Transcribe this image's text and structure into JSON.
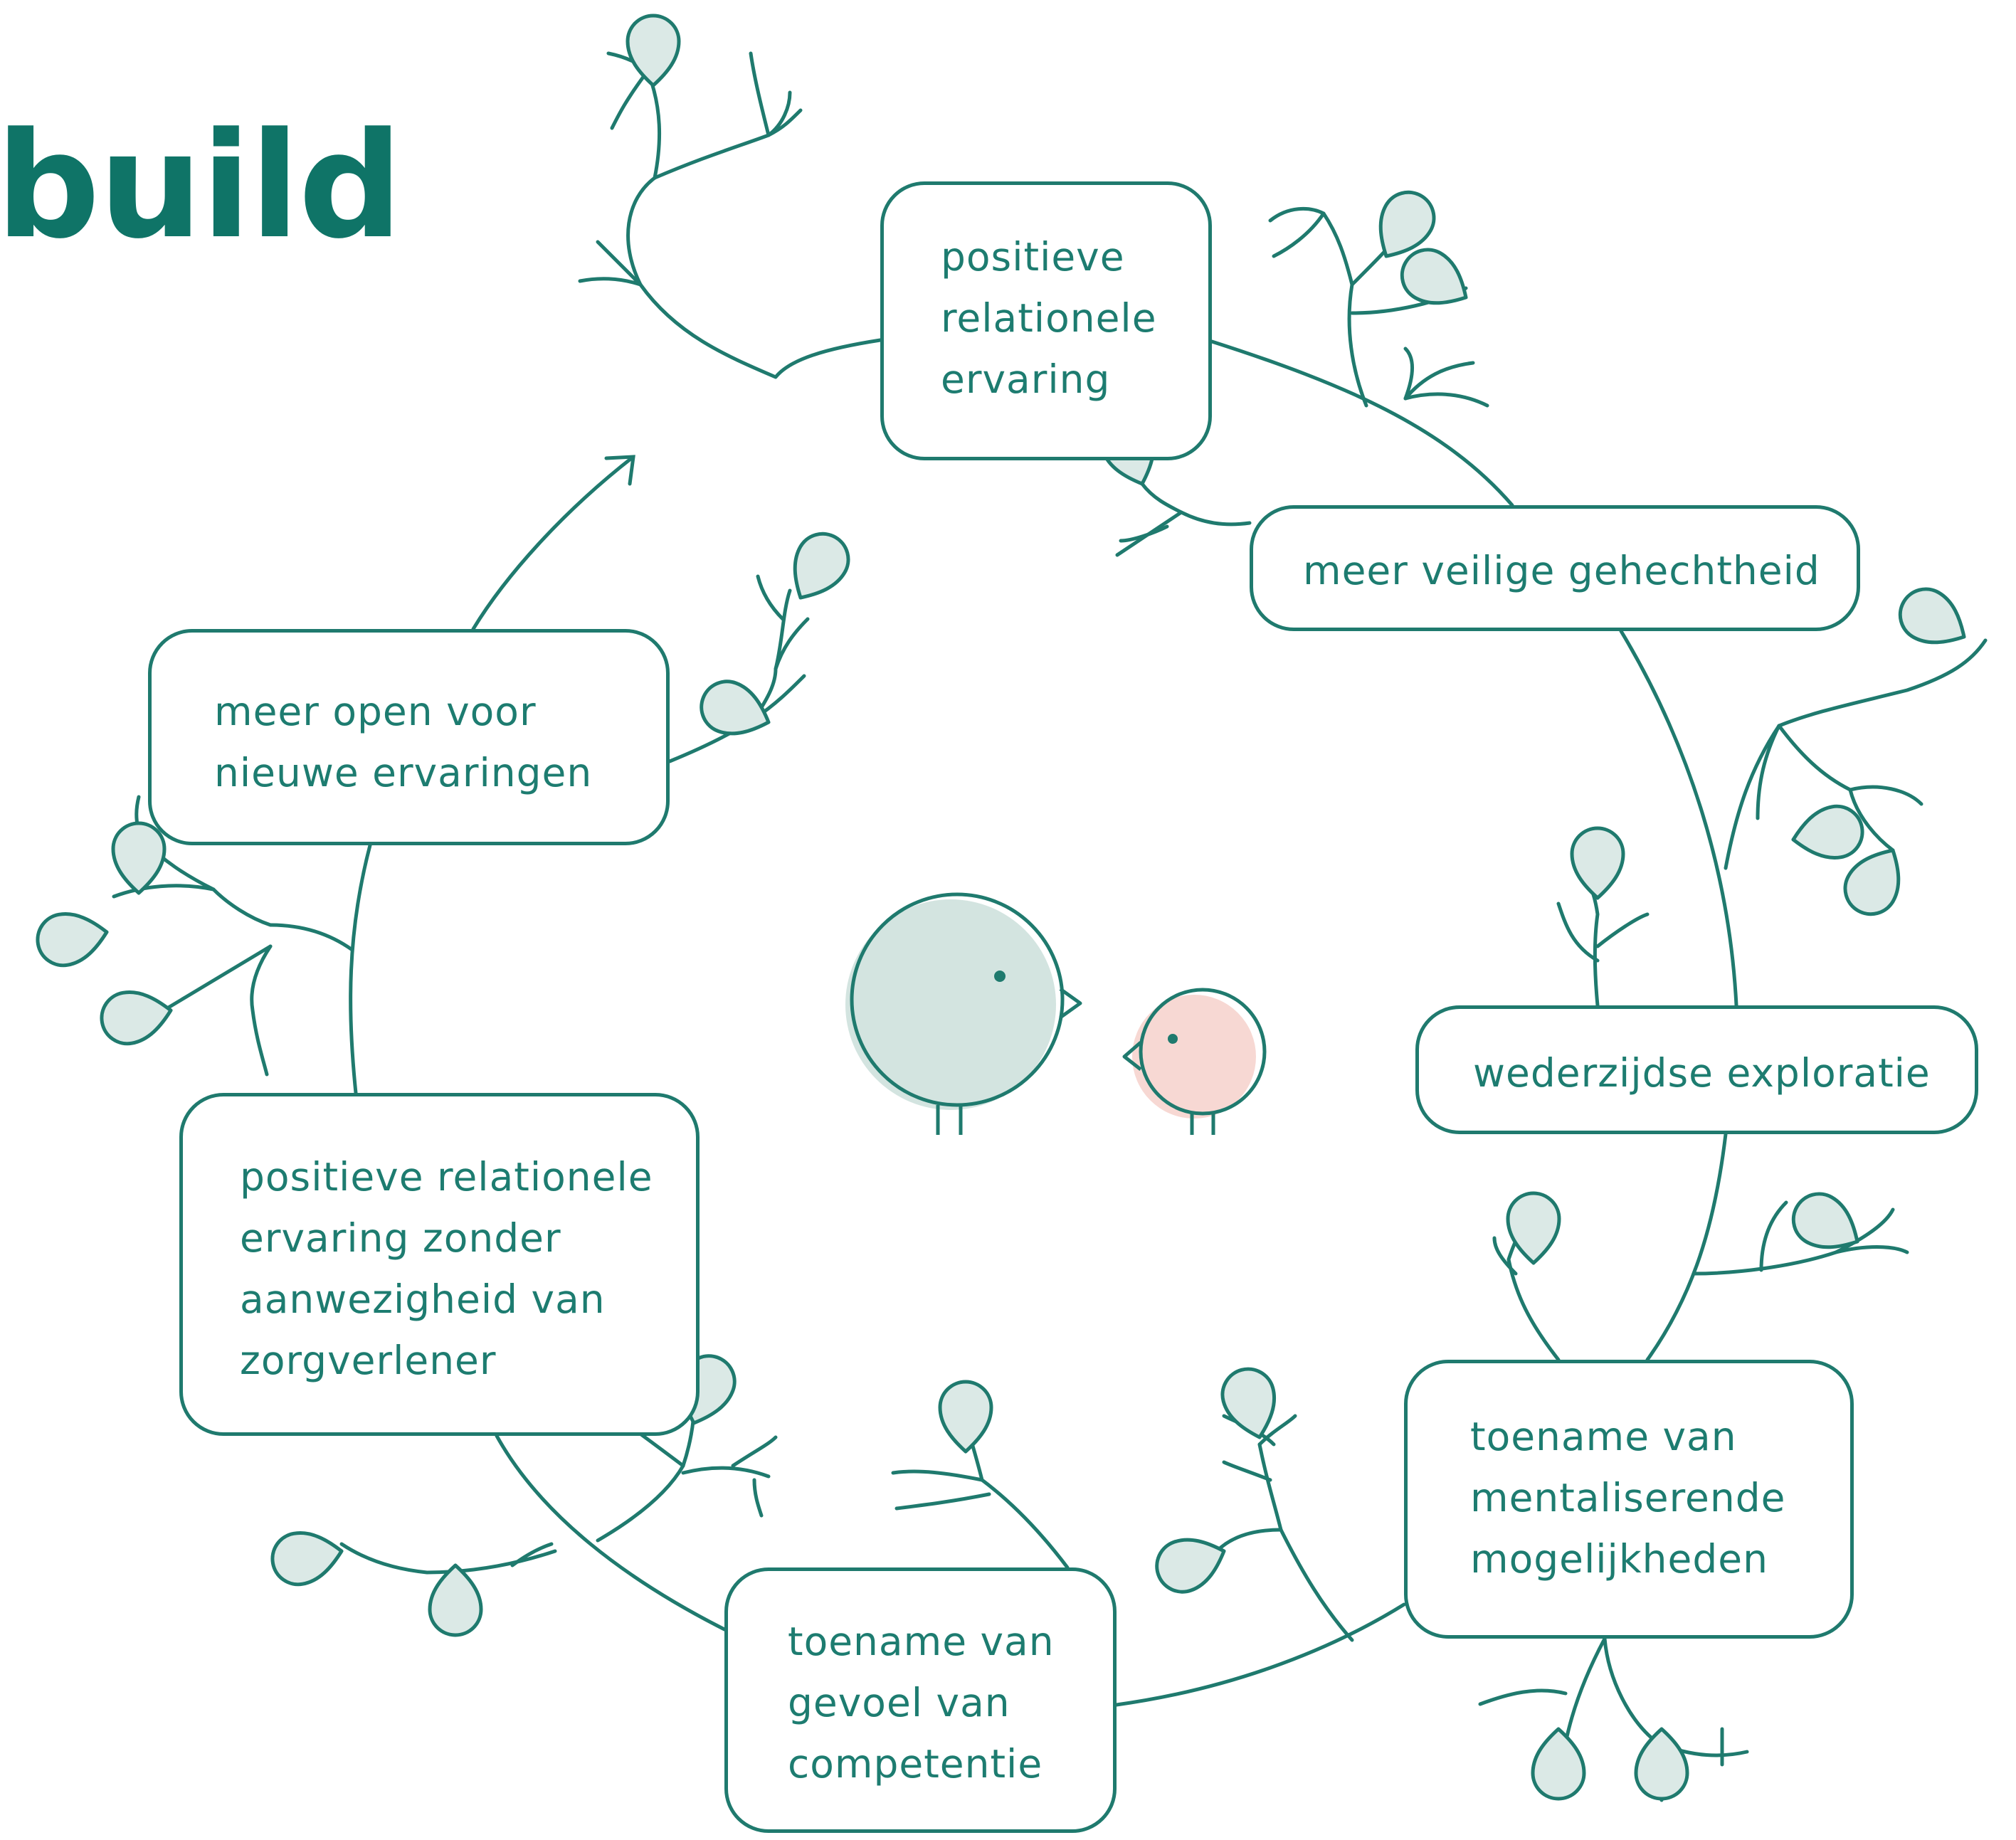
{
  "title": "build",
  "colors": {
    "stroke": "#1f7a6e",
    "text": "#1d7c70",
    "title": "#0f7467",
    "leaf_fill": "#dbe9e6",
    "big_bird_fill": "#d3e4e0",
    "small_bird_fill": "#f7d8d3",
    "background": "#ffffff"
  },
  "cycle_steps": [
    {
      "id": "step-1",
      "text": "positieve\nrelationele\nervaring"
    },
    {
      "id": "step-2",
      "text": "meer veilige gehechtheid"
    },
    {
      "id": "step-3",
      "text": "wederzijdse exploratie"
    },
    {
      "id": "step-4",
      "text": "toename van\nmentaliserende\nmogelijkheden"
    },
    {
      "id": "step-5",
      "text": "toename van\ngevoel van\ncompetentie"
    },
    {
      "id": "step-6",
      "text": "positieve relationele\nervaring zonder\naanwezigheid van\nzorgverlener"
    },
    {
      "id": "step-7",
      "text": "meer open voor\nnieuwe ervaringen"
    }
  ],
  "icons": {
    "center": [
      "big-bird-icon",
      "small-bird-icon"
    ],
    "decoration": "leaf-branch-icon",
    "arrow": "arrow-head-icon"
  }
}
